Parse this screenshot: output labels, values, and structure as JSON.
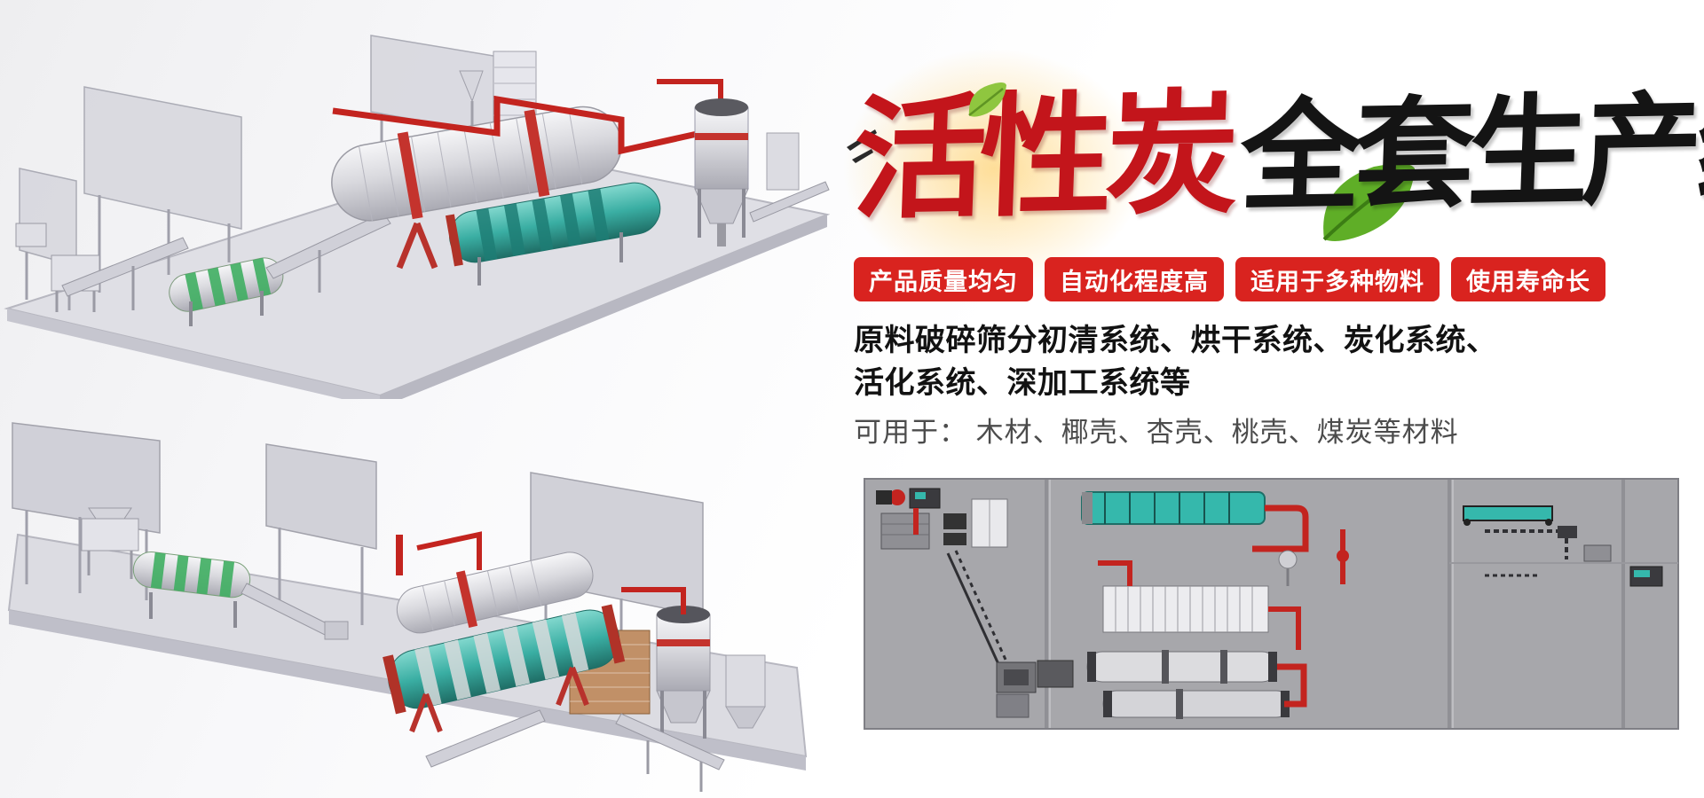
{
  "hero": {
    "title": {
      "red": "活性炭",
      "black": "全套生产线"
    },
    "badges": [
      "产品质量均匀",
      "自动化程度高",
      "适用于多种物料",
      "使用寿命长"
    ],
    "description": {
      "line1": "原料破碎筛分初清系统、烘干系统、炭化系统、",
      "line2": "活化系统、深加工系统等",
      "line3": "可用于： 木材、椰壳、杏壳、桃壳、煤炭等材料"
    },
    "colors": {
      "title_red": "#c3151b",
      "title_black": "#141414",
      "badge_red": "#d9231f",
      "text_dark": "#121212",
      "text_gray": "#4c4c4c",
      "pipe_red": "#c3241f",
      "drum_teal": "#3aaea3",
      "drum_green": "#3fae62",
      "machine_gray": "#d9d9de",
      "schematic_bg": "#a7a7ab",
      "leaf_green": "#5fae27"
    },
    "images": {
      "render_top": "3d-production-line-render-top",
      "render_bottom": "3d-production-line-render-bottom",
      "schematic": "production-line-layout-schematic"
    }
  }
}
